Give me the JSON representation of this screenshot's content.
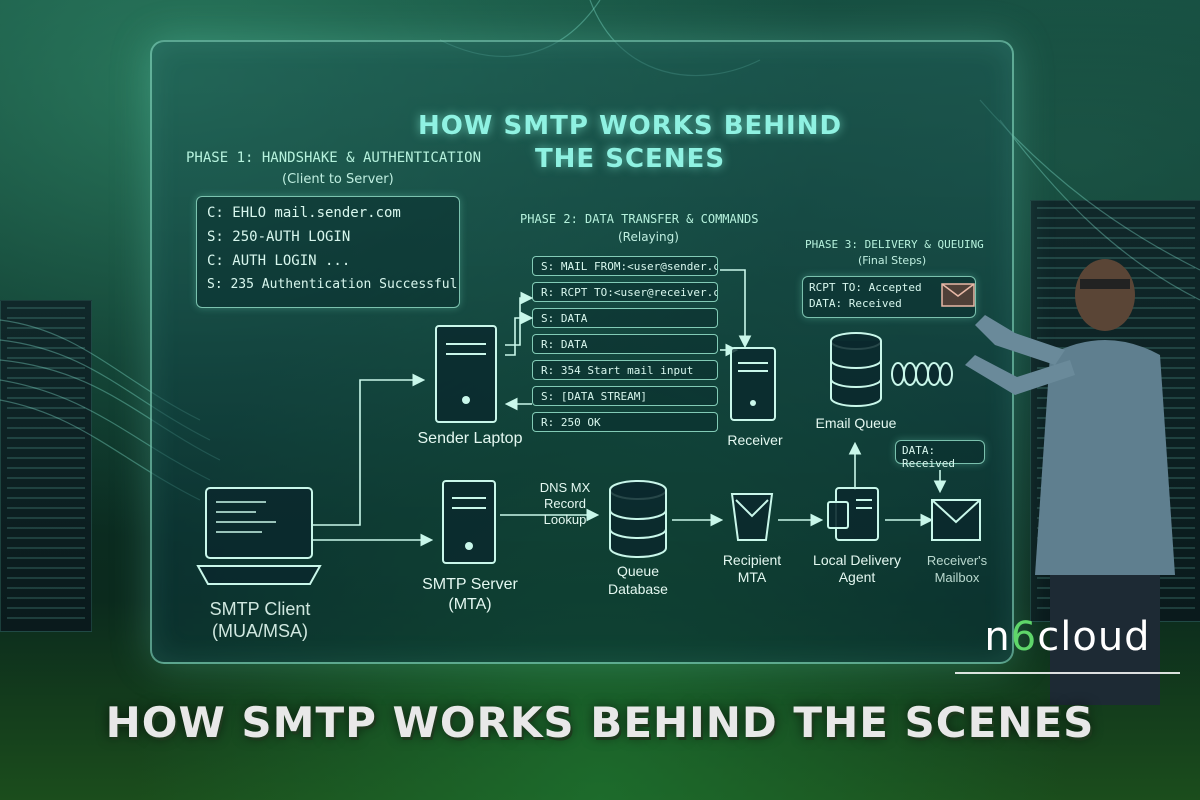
{
  "panel_title": "HOW SMTP WORKS BEHIND THE SCENES",
  "bottom_title": "HOW SMTP WORKS BEHIND THE SCENES",
  "logo": {
    "prefix": "n",
    "accent": "6",
    "suffix": "cloud"
  },
  "phase1": {
    "title": "PHASE 1: HANDSHAKE & AUTHENTICATION",
    "subtitle": "(Client to Server)",
    "lines": [
      "C: EHLO mail.sender.com",
      "S: 250-AUTH LOGIN",
      "C: AUTH LOGIN ...",
      "S: 235 Authentication Successful"
    ]
  },
  "phase2": {
    "title": "PHASE 2: DATA TRANSFER & COMMANDS",
    "subtitle": "(Relaying)",
    "commands": [
      "S: MAIL FROM:<user@sender.com>",
      "R: RCPT TO:<user@receiver.com>",
      "S: DATA",
      "R: DATA",
      "R: 354 Start mail input",
      "S: [DATA STREAM]",
      "R: 250 OK"
    ]
  },
  "phase3": {
    "title": "PHASE 3: DELIVERY & QUEUING",
    "subtitle": "(Final Steps)",
    "status_lines": [
      "RCPT TO: Accepted",
      "DATA: Received"
    ],
    "data_received": "DATA: Received"
  },
  "nodes": {
    "sender_laptop": "Sender Laptop",
    "receiver": "Receiver",
    "email_queue": "Email Queue",
    "smtp_client": [
      "SMTP Client",
      "(MUA/MSA)"
    ],
    "smtp_server": [
      "SMTP Server",
      "(MTA)"
    ],
    "dns": [
      "DNS MX",
      "Record",
      "Lookup"
    ],
    "queue_db": [
      "Queue",
      "Database"
    ],
    "recipient_mta": [
      "Recipient",
      "MTA"
    ],
    "lda": [
      "Local Delivery",
      "Agent"
    ],
    "mailbox": [
      "Receiver's",
      "Mailbox"
    ]
  }
}
